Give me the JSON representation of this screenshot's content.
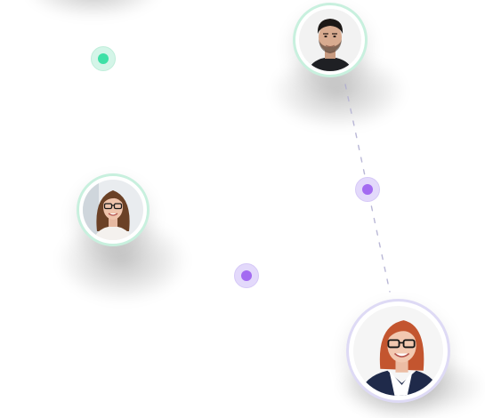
{
  "colors": {
    "green_ring": "#d4f5e8",
    "green_core": "#3ee0a6",
    "purple_ring": "#e3d9fb",
    "purple_core": "#a36bf1",
    "link_line": "#b9b7d6",
    "ring_border_green": "#c8f0de",
    "ring_border_purple": "#dedaf5"
  },
  "avatars": [
    {
      "id": "man-top-right",
      "icon": "male-user-avatar-icon"
    },
    {
      "id": "woman-left",
      "icon": "female-user-avatar-icon"
    },
    {
      "id": "woman-bottom-right",
      "icon": "female-user-avatar-icon"
    }
  ],
  "nodes": [
    {
      "id": "green-dot",
      "color": "green"
    },
    {
      "id": "purple-dot-link",
      "color": "purple"
    },
    {
      "id": "purple-dot-center",
      "color": "purple"
    }
  ]
}
